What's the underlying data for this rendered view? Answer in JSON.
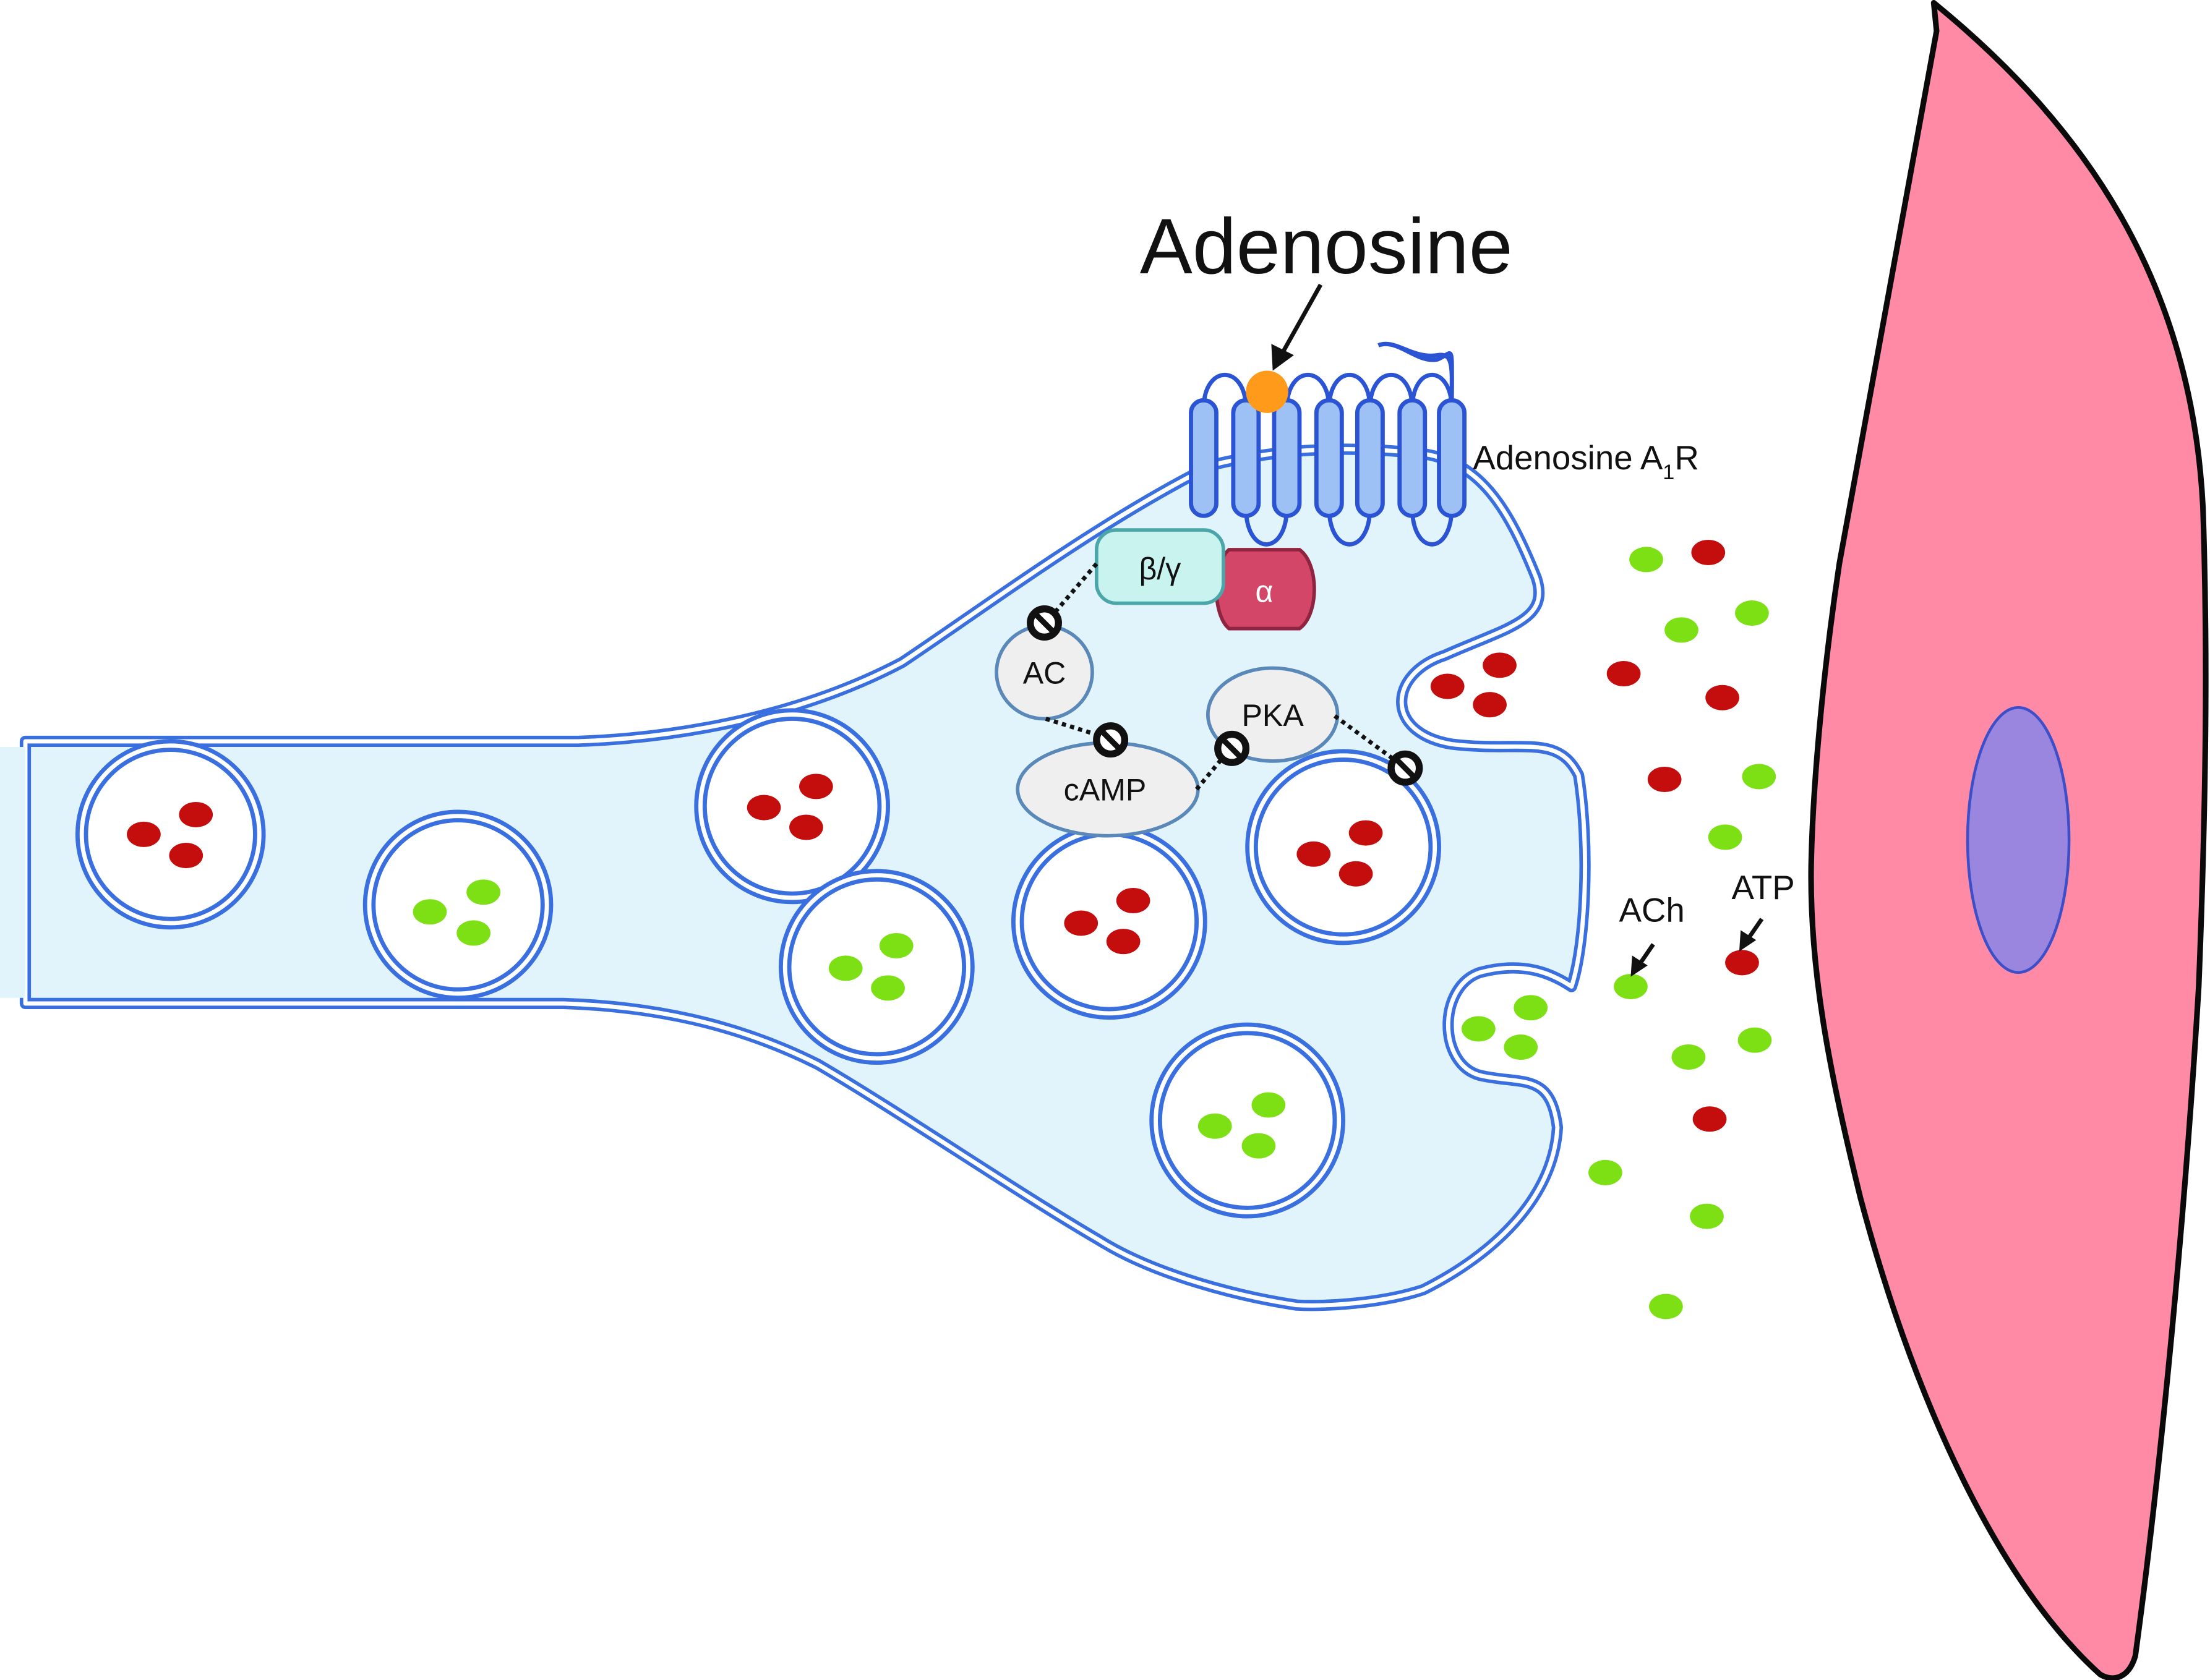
{
  "labels": {
    "adenosine": "Adenosine",
    "receptor_main": "Adenosine A",
    "receptor_sub": "1",
    "receptor_tail": "R",
    "beta_gamma": "β/γ",
    "alpha": "α",
    "ac": "AC",
    "camp": "cAMP",
    "pka": "PKA",
    "ach": "ACh",
    "atp": "ATP"
  },
  "colors": {
    "membrane": "#3a6fe0",
    "cytoplasm": "#e2f4fb",
    "receptor_fill": "#9dc0f5",
    "ligand": "#ff9a1a",
    "beta_gamma_fill": "#c8f3ef",
    "beta_gamma_stroke": "#4aa6a8",
    "alpha_fill": "#d44667",
    "alpha_stroke": "#8e2440",
    "enzyme_fill": "#efefef",
    "enzyme_stroke": "#5a88b8",
    "ach_dot": "#7de015",
    "atp_dot": "#c40d0d",
    "muscle_cell": "#ff8aa6",
    "nucleus": "#9a86de",
    "inhibition_marker": "#111111"
  },
  "icons": [
    "inhibition-icon",
    "arrow-icon"
  ]
}
